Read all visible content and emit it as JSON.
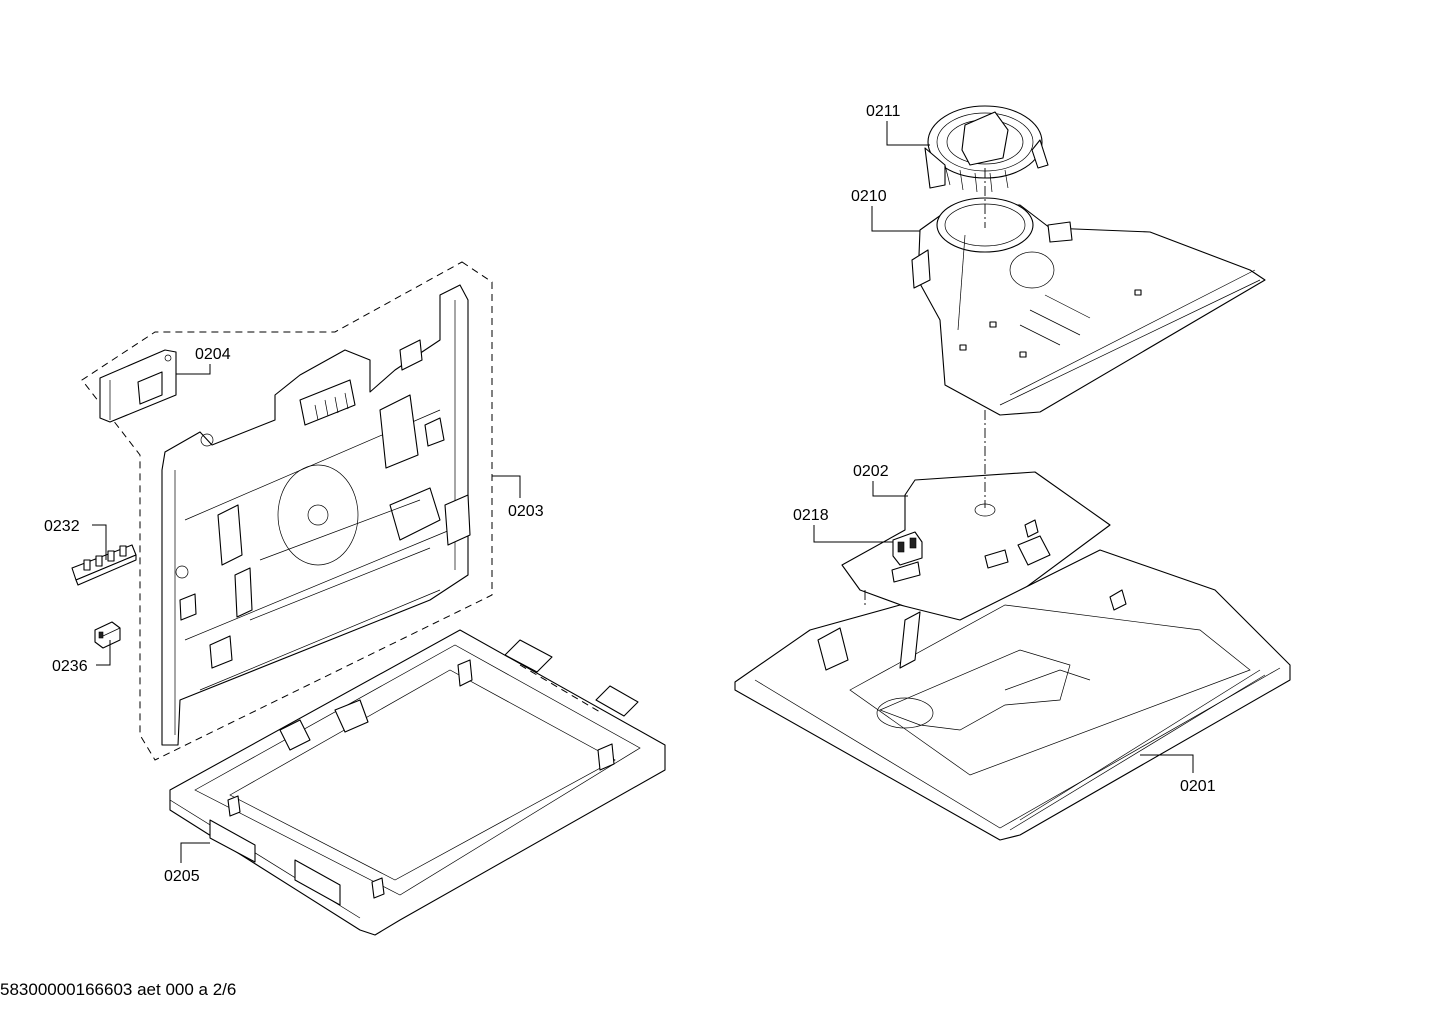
{
  "document_code": "58300000166603 aet 000 a 2/6",
  "callouts": {
    "p0201": "0201",
    "p0202": "0202",
    "p0203": "0203",
    "p0204": "0204",
    "p0205": "0205",
    "p0210": "0210",
    "p0211": "0211",
    "p0218": "0218",
    "p0232": "0232",
    "p0236": "0236"
  }
}
